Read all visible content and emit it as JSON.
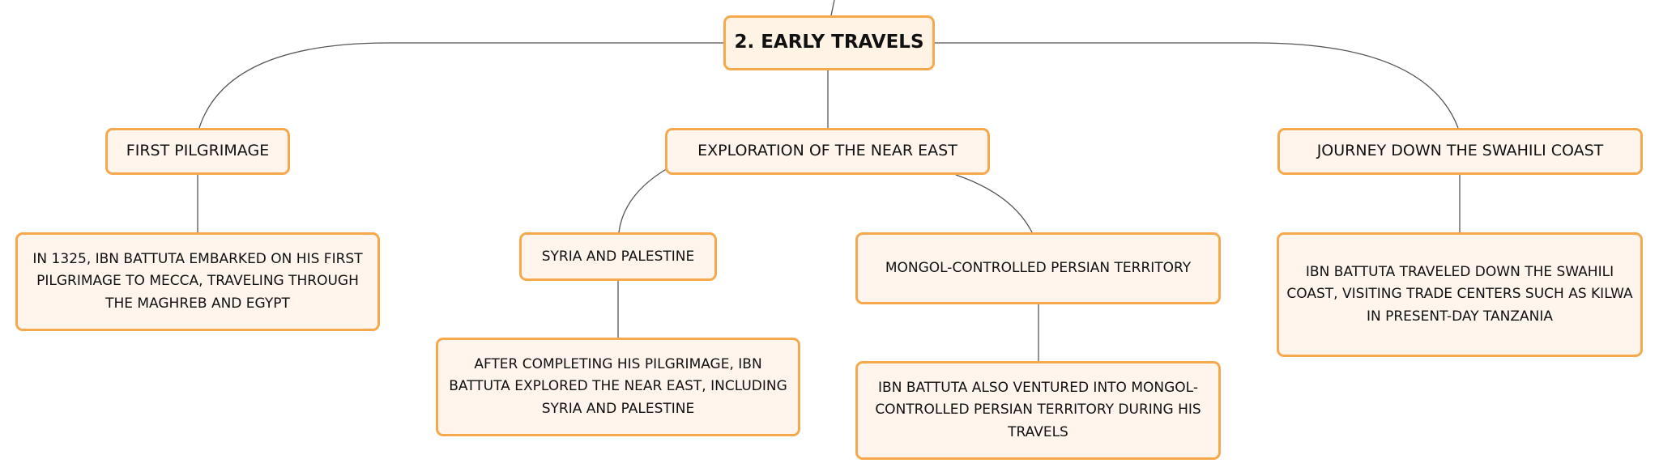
{
  "diagram": {
    "root": {
      "label": "2. Early Travels"
    },
    "topics": {
      "first_pilgrimage": {
        "label": "First Pilgrimage",
        "detail": "In 1325, Ibn Battuta embarked on his first pilgrimage to Mecca, traveling through the Maghreb and Egypt"
      },
      "near_east": {
        "label": "Exploration of the Near East",
        "subtopics": {
          "syria": {
            "label": "Syria and Palestine",
            "detail": "After completing his pilgrimage, Ibn Battuta explored the Near East, including Syria and Palestine"
          },
          "persia": {
            "label": "Mongol-controlled Persian territory",
            "detail": "Ibn Battuta also ventured into Mongol-controlled Persian territory during his travels"
          }
        }
      },
      "swahili": {
        "label": "Journey down the Swahili Coast",
        "detail": "Ibn Battuta traveled down the Swahili Coast, visiting trade centers such as Kilwa in present-day Tanzania"
      }
    },
    "colors": {
      "node_border": "#f5a94c",
      "node_fill": "#fff5ec",
      "connector": "#555555",
      "text": "#111111"
    }
  }
}
